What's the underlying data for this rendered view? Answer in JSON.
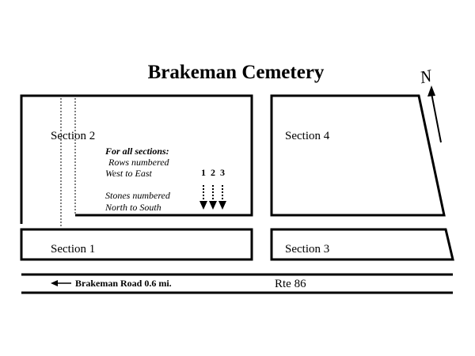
{
  "map": {
    "title": "Brakeman Cemetery",
    "north_label": "N",
    "sections": {
      "section_2": "Section 2",
      "section_4": "Section 4",
      "section_1": "Section 1",
      "section_3": "Section 3"
    },
    "legend": {
      "heading": "For all sections:",
      "rows_line1": "Rows numbered",
      "rows_line2": "West to East",
      "stones_line1": "Stones numbered",
      "stones_line2": "North to South",
      "row_numbers": [
        "1",
        "2",
        "3"
      ]
    },
    "road": {
      "direction_label": "Brakeman Road 0.6 mi.",
      "route_label": "Rte 86"
    }
  }
}
